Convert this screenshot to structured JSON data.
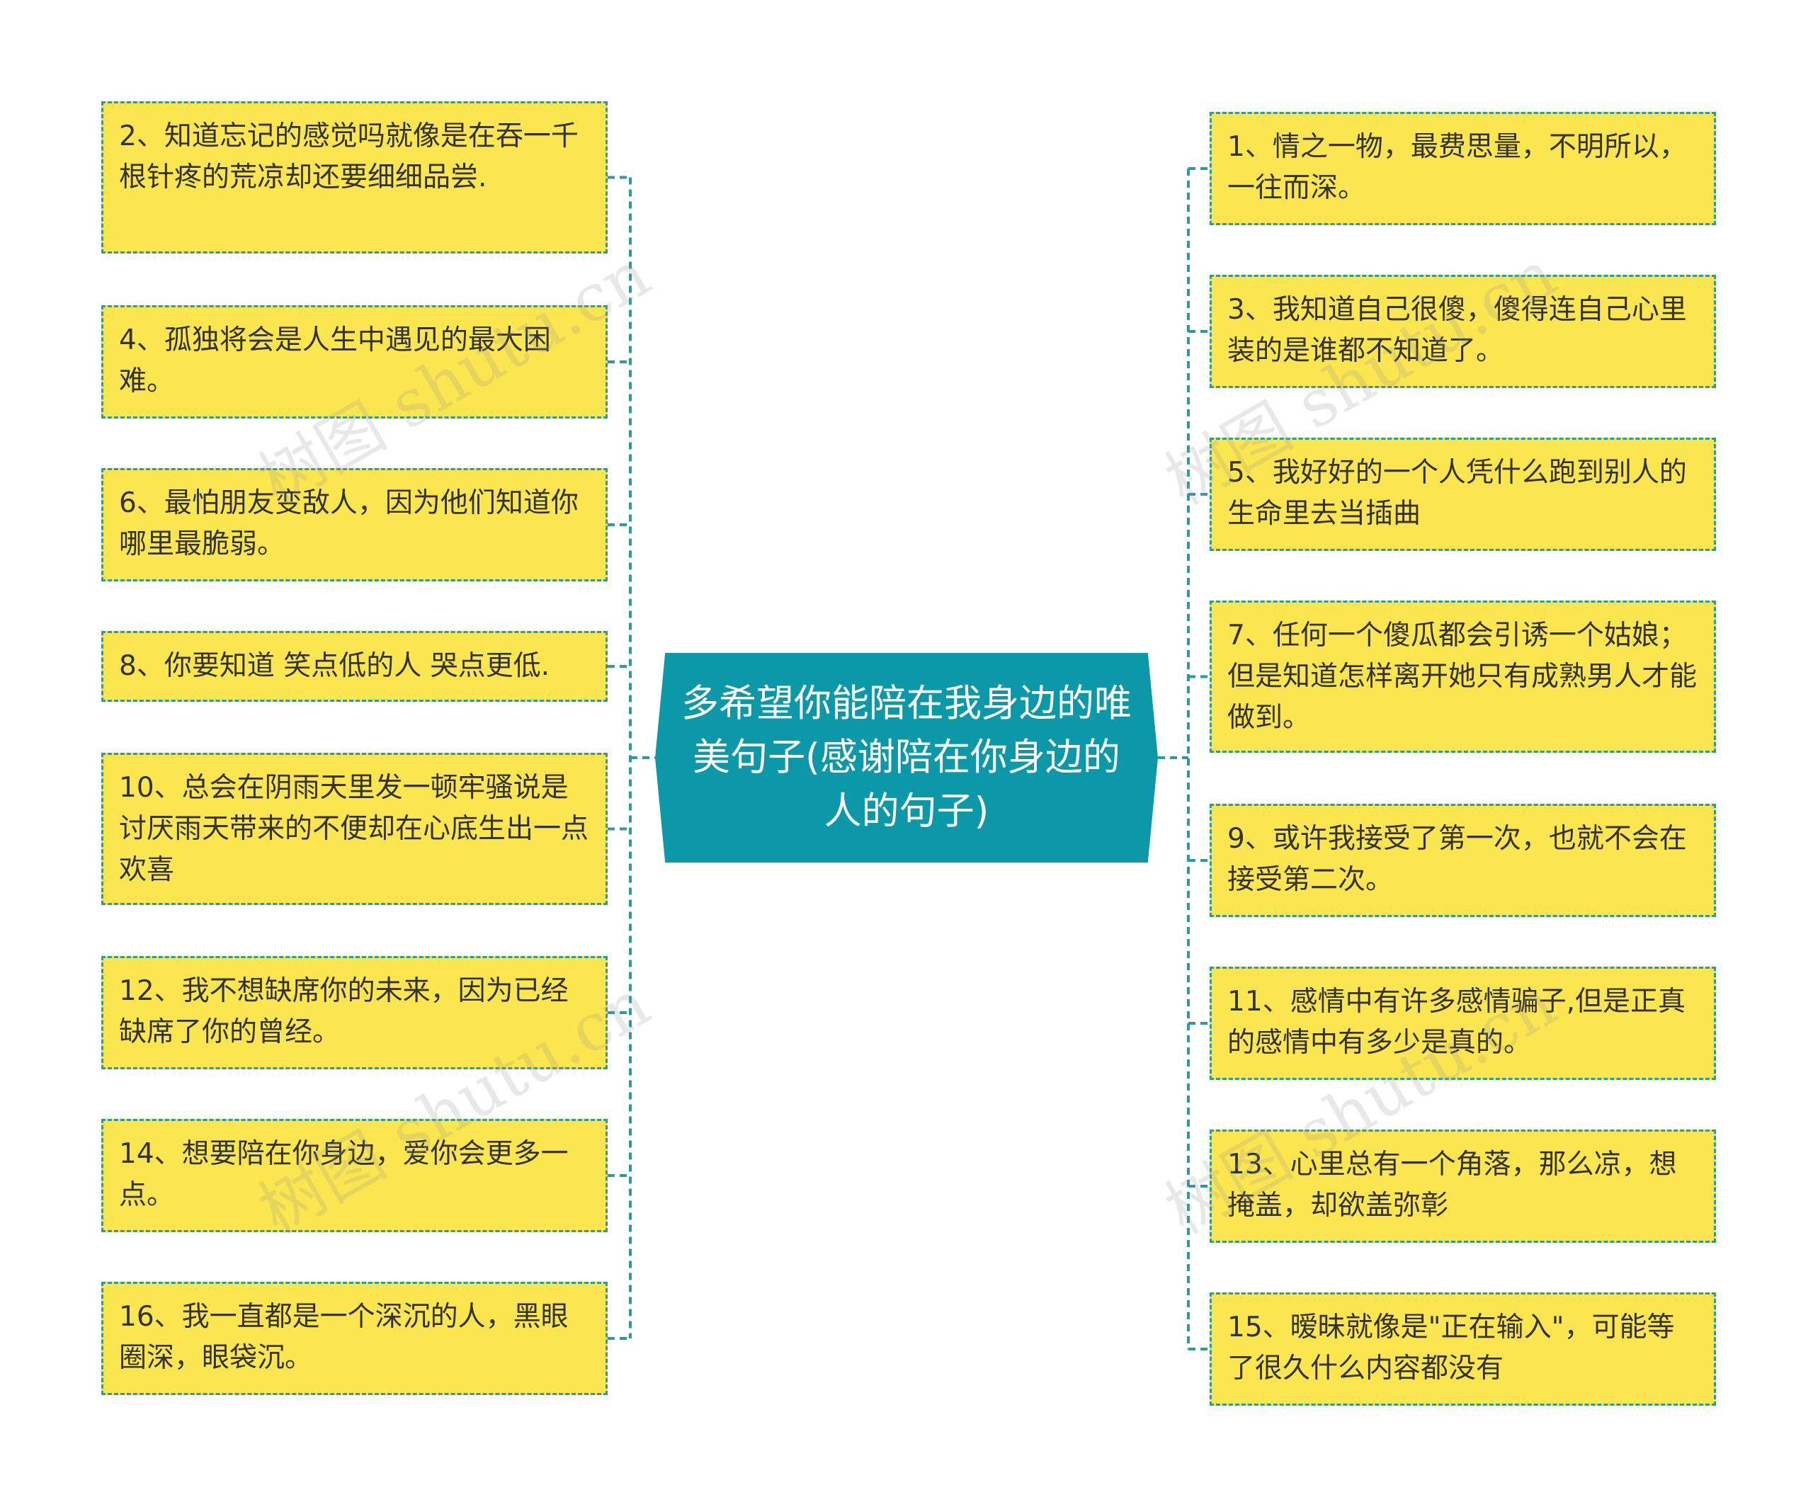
{
  "center": "多希望你能陪在我身边的唯美句子(感谢陪在你身边的人的句子)",
  "colors": {
    "node_fill": "#fbe64f",
    "line": "#2b9aa3",
    "center_fill": "#0b98a8"
  },
  "watermark": "树图 shutu.cn",
  "left_nodes": [
    {
      "text": "2、知道忘记的感觉吗就像是在吞一千根针疼的荒凉却还要细细品尝."
    },
    {
      "text": "4、孤独将会是人生中遇见的最大困难。"
    },
    {
      "text": "6、最怕朋友变敌人，因为他们知道你哪里最脆弱。"
    },
    {
      "text": "8、你要知道 笑点低的人 哭点更低."
    },
    {
      "text": "10、总会在阴雨天里发一顿牢骚说是讨厌雨天带来的不便却在心底生出一点欢喜"
    },
    {
      "text": "12、我不想缺席你的未来，因为已经缺席了你的曾经。"
    },
    {
      "text": "14、想要陪在你身边，爱你会更多一点。"
    },
    {
      "text": "16、我一直都是一个深沉的人，黑眼圈深，眼袋沉。"
    }
  ],
  "right_nodes": [
    {
      "text": "1、情之一物，最费思量，不明所以，一往而深。"
    },
    {
      "text": "3、我知道自己很傻，傻得连自己心里装的是谁都不知道了。"
    },
    {
      "text": "5、我好好的一个人凭什么跑到别人的生命里去当插曲"
    },
    {
      "text": "7、任何一个傻瓜都会引诱一个姑娘；但是知道怎样离开她只有成熟男人才能做到。"
    },
    {
      "text": "9、或许我接受了第一次，也就不会在接受第二次。"
    },
    {
      "text": "11、感情中有许多感情骗子,但是正真的感情中有多少是真的。"
    },
    {
      "text": "13、心里总有一个角落，那么凉，想掩盖，却欲盖弥彰"
    },
    {
      "text": "15、暧昧就像是\"正在输入\"，可能等了很久什么内容都没有"
    }
  ]
}
